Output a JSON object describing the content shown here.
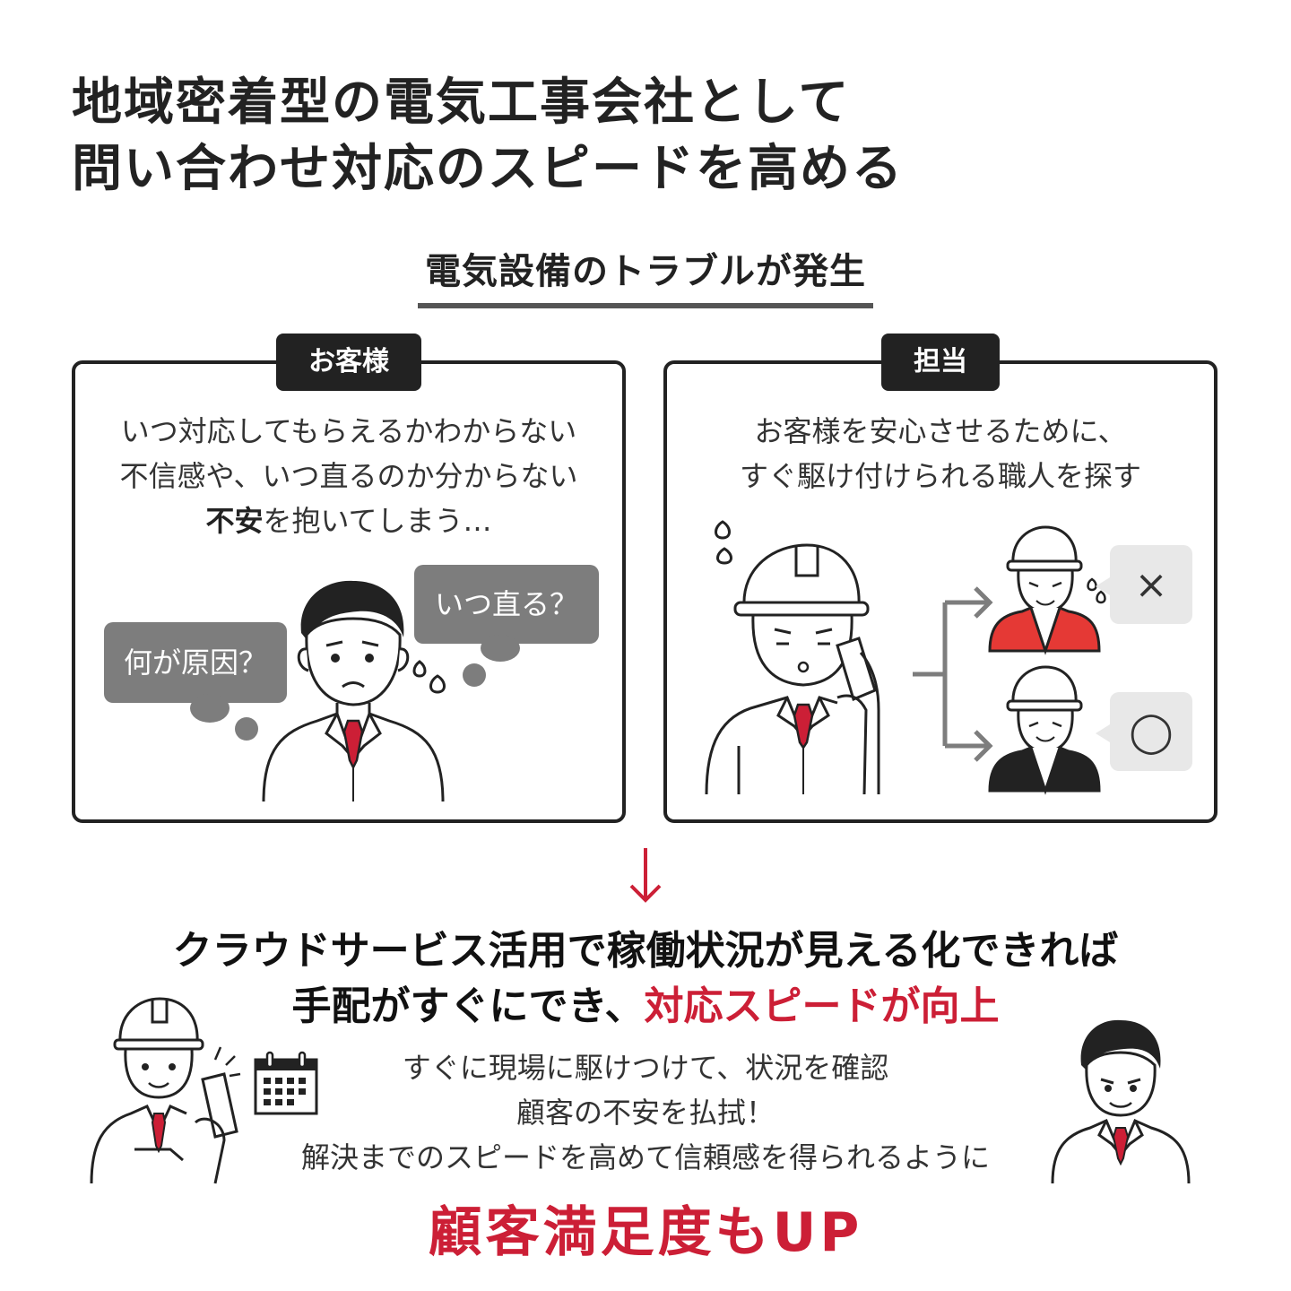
{
  "title": {
    "line1": "地域密着型の電気工事会社として",
    "line2": "問い合わせ対応のスピードを高める"
  },
  "subheading": "電気設備のトラブルが発生",
  "panels": {
    "customer": {
      "label": "お客様",
      "line1": "いつ対応してもらえるかわからない",
      "line2": "不信感や、いつ直るのか分からない",
      "line3_bold": "不安",
      "line3_rest": "を抱いてしまう…",
      "bubble_left": "何が原因？",
      "bubble_right": "いつ直る？"
    },
    "staff": {
      "label": "担当",
      "line1": "お客様を安心させるために、",
      "line2": "すぐ駆け付けられる職人を探す",
      "mark_busy": "×",
      "mark_available": "◯"
    }
  },
  "result": {
    "line1": "クラウドサービス活用で稼働状況が見える化できれば",
    "line2_prefix": "手配がすぐにでき、",
    "line2_highlight": "対応スピードが向上"
  },
  "details": {
    "line1": "すぐに現場に駆けつけて、状況を確認",
    "line2": "顧客の不安を払拭！",
    "line3": "解決までのスピードを高めて信頼感を得られるように"
  },
  "final": "顧客満足度もUP",
  "colors": {
    "accent": "#cc1f36",
    "dark": "#222222",
    "bubble": "#7d7d7d",
    "light_bubble": "#e8e8e8"
  }
}
